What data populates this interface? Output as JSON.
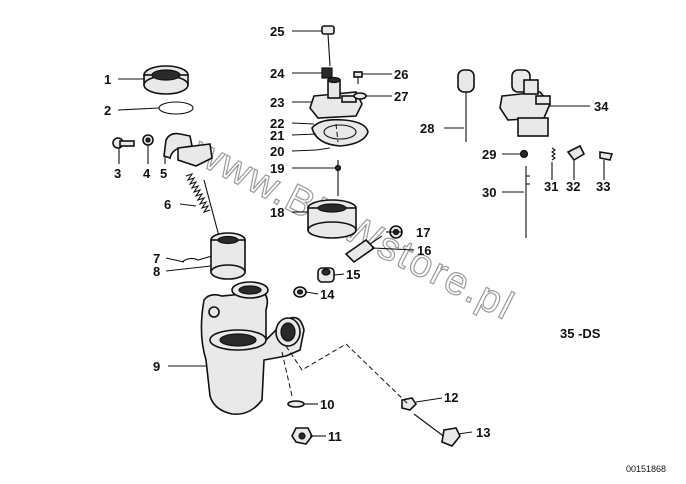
{
  "callouts": [
    {
      "n": "1"
    },
    {
      "n": "2"
    },
    {
      "n": "3"
    },
    {
      "n": "4"
    },
    {
      "n": "5"
    },
    {
      "n": "6"
    },
    {
      "n": "7"
    },
    {
      "n": "8"
    },
    {
      "n": "9"
    },
    {
      "n": "10"
    },
    {
      "n": "11"
    },
    {
      "n": "12"
    },
    {
      "n": "13"
    },
    {
      "n": "14"
    },
    {
      "n": "15"
    },
    {
      "n": "16"
    },
    {
      "n": "17"
    },
    {
      "n": "18"
    },
    {
      "n": "19"
    },
    {
      "n": "20"
    },
    {
      "n": "21"
    },
    {
      "n": "22"
    },
    {
      "n": "23"
    },
    {
      "n": "24"
    },
    {
      "n": "25"
    },
    {
      "n": "26"
    },
    {
      "n": "27"
    },
    {
      "n": "28"
    },
    {
      "n": "29"
    },
    {
      "n": "30"
    },
    {
      "n": "31"
    },
    {
      "n": "32"
    },
    {
      "n": "33"
    },
    {
      "n": "34"
    }
  ],
  "diagram_code": "35 -DS",
  "reference_number": "00151868",
  "watermark": "www.BMWstore.pl"
}
